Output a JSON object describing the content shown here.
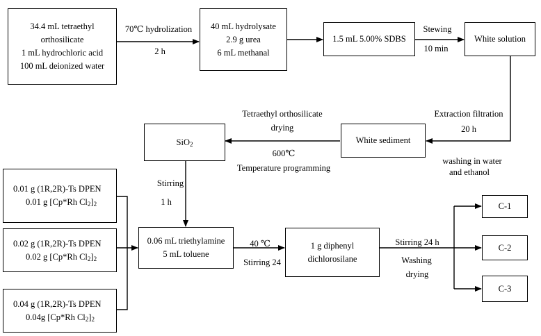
{
  "nodes": {
    "teos_mix": [
      "34.4 mL tetraethyl",
      "orthosilicate",
      "1 mL hydrochloric acid",
      "100 mL deionized water"
    ],
    "hydrolysate": [
      "40 mL hydrolysate",
      "2.9 g urea",
      "6 mL methanal"
    ],
    "sdbs": [
      "1.5 mL 5.00% SDBS"
    ],
    "white_solution": [
      "White solution"
    ],
    "white_sediment": [
      "White sediment"
    ],
    "sio2": {
      "base": "SiO",
      "sub": "2"
    },
    "cat1": {
      "l1": "0.01 g    (1R,2R)-Ts DPEN",
      "l2a": "0.01 g [Cp*Rh Cl",
      "l2b": "2",
      "l2c": "]",
      "l2d": "2"
    },
    "cat2": {
      "l1": "0.02 g    (1R,2R)-Ts DPEN",
      "l2a": "0.02 g [Cp*Rh Cl",
      "l2b": "2",
      "l2c": "]",
      "l2d": "2"
    },
    "cat3": {
      "l1": "0.04 g    (1R,2R)-Ts DPEN",
      "l2a": "0.04g [Cp*Rh Cl",
      "l2b": "2",
      "l2c": "]",
      "l2d": "2"
    },
    "tea": [
      "0.06 mL triethylamine",
      "5 mL toluene"
    ],
    "dpds": [
      "1 g diphenyl",
      "dichlorosilane"
    ],
    "c1": "C-1",
    "c2": "C-2",
    "c3": "C-3"
  },
  "labels": {
    "hydrolize_top": "70℃  hydrolization",
    "hydrolize_bottom": "2 h",
    "stewing_top": "Stewing",
    "stewing_bottom": "10 min",
    "extraction_1": "Extraction filtration",
    "extraction_2": "20 h",
    "washing_1": "washing in water",
    "washing_2": "and ethanol",
    "teos_drying_1": "Tetraethyl orthosilicate",
    "teos_drying_2": "drying",
    "calcine_1": "600℃",
    "calcine_2": "Temperature programming",
    "stir_1": "Stirring",
    "stir_2": "1 h",
    "temp40": "40  ℃",
    "stir24": "Stirring 24",
    "stir24h": "Stirring 24 h",
    "washing": "Washing",
    "drying": "drying"
  }
}
